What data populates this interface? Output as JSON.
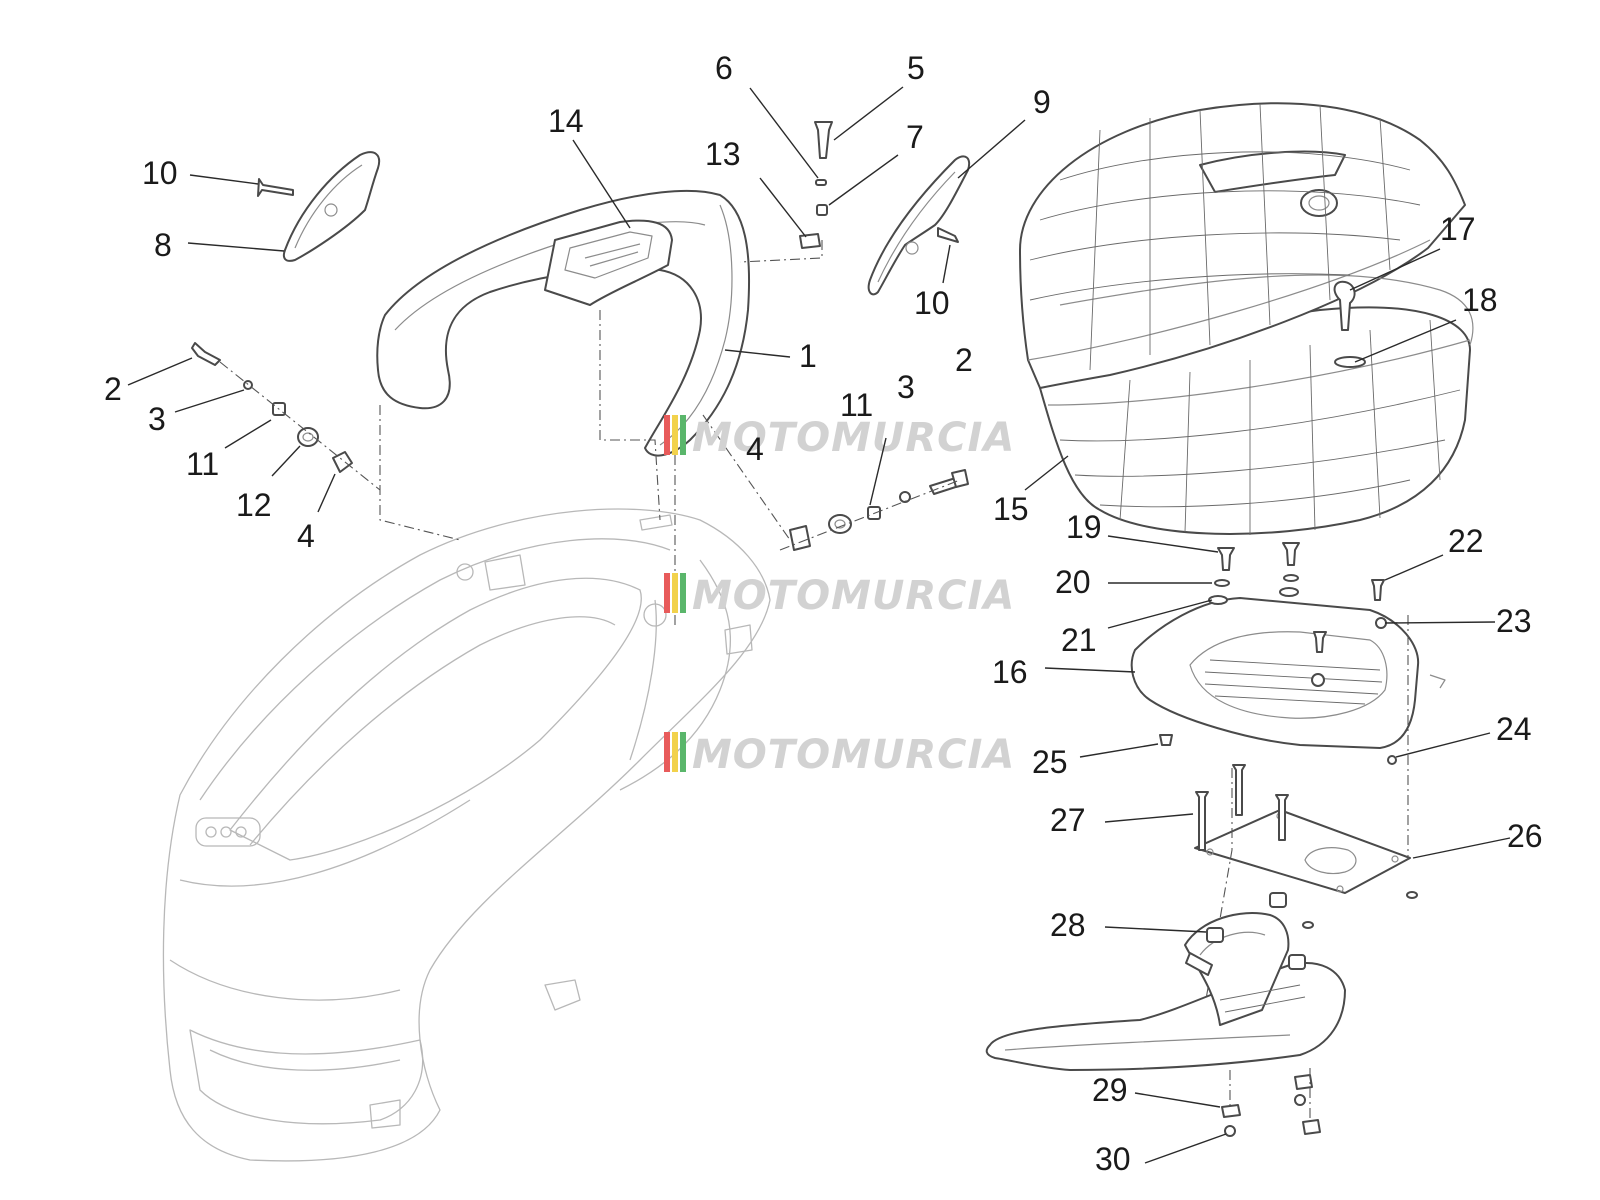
{
  "watermark": {
    "text": "MOTOMURCIA",
    "stripe_colors": [
      "#e85b5b",
      "#f2d24c",
      "#5ab66b"
    ]
  },
  "callouts": [
    {
      "id": "1",
      "text": "1"
    },
    {
      "id": "2a",
      "text": "2"
    },
    {
      "id": "2b",
      "text": "2"
    },
    {
      "id": "3a",
      "text": "3"
    },
    {
      "id": "3b",
      "text": "3"
    },
    {
      "id": "4a",
      "text": "4"
    },
    {
      "id": "4b",
      "text": "4"
    },
    {
      "id": "5",
      "text": "5"
    },
    {
      "id": "6",
      "text": "6"
    },
    {
      "id": "7",
      "text": "7"
    },
    {
      "id": "8",
      "text": "8"
    },
    {
      "id": "9",
      "text": "9"
    },
    {
      "id": "10a",
      "text": "10"
    },
    {
      "id": "10b",
      "text": "10"
    },
    {
      "id": "11a",
      "text": "11"
    },
    {
      "id": "11b",
      "text": "11"
    },
    {
      "id": "12",
      "text": "12"
    },
    {
      "id": "13",
      "text": "13"
    },
    {
      "id": "14",
      "text": "14"
    },
    {
      "id": "15",
      "text": "15"
    },
    {
      "id": "16",
      "text": "16"
    },
    {
      "id": "17",
      "text": "17"
    },
    {
      "id": "18",
      "text": "18"
    },
    {
      "id": "19",
      "text": "19"
    },
    {
      "id": "20",
      "text": "20"
    },
    {
      "id": "21",
      "text": "21"
    },
    {
      "id": "22",
      "text": "22"
    },
    {
      "id": "23",
      "text": "23"
    },
    {
      "id": "24",
      "text": "24"
    },
    {
      "id": "25",
      "text": "25"
    },
    {
      "id": "26",
      "text": "26"
    },
    {
      "id": "27",
      "text": "27"
    },
    {
      "id": "28",
      "text": "28"
    },
    {
      "id": "29",
      "text": "29"
    },
    {
      "id": "30",
      "text": "30"
    }
  ]
}
